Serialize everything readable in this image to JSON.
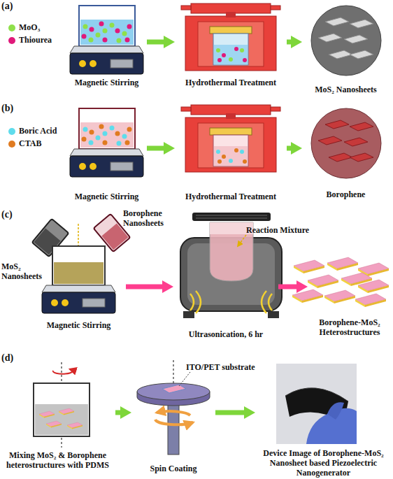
{
  "diagram": {
    "nodes": [
      {
        "text": [
          "Magnetic Stirring"
        ]
      },
      {
        "text": [
          "Hydrothermal Treatment"
        ]
      },
      {
        "text": [
          "MoS₂ Nanosheets"
        ]
      },
      {
        "text": [
          "Magnetic Stirring"
        ]
      },
      {
        "text": [
          "Hydrothermal Treatment"
        ]
      },
      {
        "text": [
          "Borophene"
        ]
      },
      {
        "text": [
          "Magnetic Stirring"
        ]
      },
      {
        "text": [
          "Ultrasonication, 6 hr"
        ]
      },
      {
        "text": [
          "Borophene-MoS₂ Heterostructures"
        ]
      },
      {
        "text": [
          "Mixing MoS₂ & Borophene heterostructures with PDMS"
        ]
      },
      {
        "text": [
          "Spin Coating"
        ]
      },
      {
        "text": [
          "Device Image of Borophene-MoS₂ Nanosheet based Piezoelectric Nanogenerator"
        ]
      }
    ],
    "edges": [
      {
        "from": 0,
        "to": 1,
        "arrow": "to"
      },
      {
        "from": 1,
        "to": 2,
        "arrow": "to"
      },
      {
        "from": 3,
        "to": 4,
        "arrow": "to"
      },
      {
        "from": 4,
        "to": 5,
        "arrow": "to"
      },
      {
        "from": 6,
        "to": 7,
        "arrow": "to"
      },
      {
        "from": 7,
        "to": 8,
        "arrow": "to"
      },
      {
        "from": 9,
        "to": 10,
        "arrow": "to"
      },
      {
        "from": 10,
        "to": 11,
        "arrow": "to"
      }
    ],
    "labels": [
      "(a)",
      "(b)",
      "(c)",
      "(d)",
      "MoS₂ Nanosheets",
      "Borophene Nanosheets",
      "Reaction Mixture",
      "ITO/PET substrate"
    ],
    "legend": [
      {
        "text": "MoO₃",
        "color": "#8fe04a"
      },
      {
        "text": "Thiourea",
        "color": "#e0197a"
      },
      {
        "text": "Boric Acid",
        "color": "#5fdcec"
      },
      {
        "text": "CTAB",
        "color": "#e07b20"
      }
    ]
  }
}
